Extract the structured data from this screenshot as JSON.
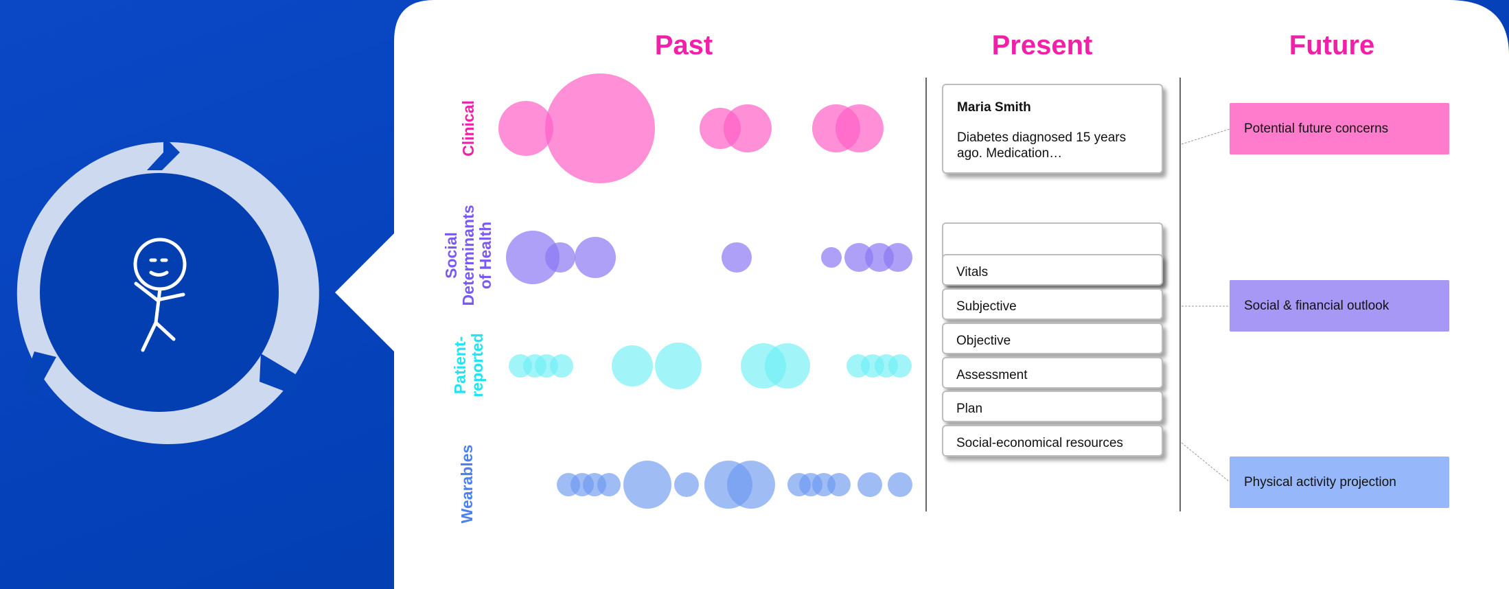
{
  "columns": {
    "past": "Past",
    "present": "Present",
    "future": "Future"
  },
  "rows": {
    "clinical": "Clinical",
    "sdoh_line1": "Social",
    "sdoh_line2": "Determinants",
    "sdoh_line3": "of Health",
    "patient_line1": "Patient-",
    "patient_line2": "reported",
    "wearables": "Wearables"
  },
  "present": {
    "patient_name": "Maria Smith",
    "summary_line1": "Diabetes diagnosed 15 years",
    "summary_line2": "ago. Medication…",
    "sections": [
      "Vitals",
      "Subjective",
      "Objective",
      "Assessment",
      "Plan",
      "Social-economical resources"
    ]
  },
  "future": {
    "items": [
      "Potential future concerns",
      "Social & financial outlook",
      "Physical activity projection"
    ]
  },
  "colors": {
    "background": "#0440b6",
    "clinical": "#ff7ccc",
    "clinical_text": "#f020a8",
    "sdoh": "#a898f6",
    "sdoh_text": "#7a58f2",
    "patient": "#8ef4f8",
    "patient_text": "#1ee4f4",
    "wearables": "#88acf4",
    "wearables_text": "#4a80f0",
    "cycle": "#cdd9ee"
  },
  "icons": [
    "cycle-arrows-icon",
    "stick-figure-icon"
  ]
}
